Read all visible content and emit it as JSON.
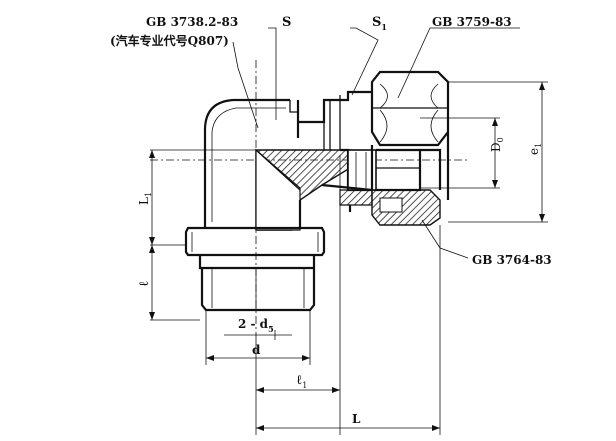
{
  "labels": {
    "std_elbow": "GB 3738.2-83",
    "std_elbow_note": "(汽车专业代号Q807)",
    "s": "S",
    "s1_main": "S",
    "s1_sub": "1",
    "std_nut": "GB 3759-83",
    "std_ring": "GB 3764-83",
    "dim_d0_main": "D",
    "dim_d0_sub": "0",
    "dim_e1_main": "e",
    "dim_e1_sub": "1",
    "dim_l1_main": "L",
    "dim_l1_sub": "1",
    "dim_l_small": "ℓ",
    "dim_d5_main": "2 - d",
    "dim_d5_sub": "5",
    "dim_d": "d",
    "dim_ell1_main": "ℓ",
    "dim_ell1_sub": "1",
    "dim_L": "L"
  },
  "colors": {
    "ink": "#111111",
    "paper": "#ffffff",
    "hatch": "#222222"
  }
}
